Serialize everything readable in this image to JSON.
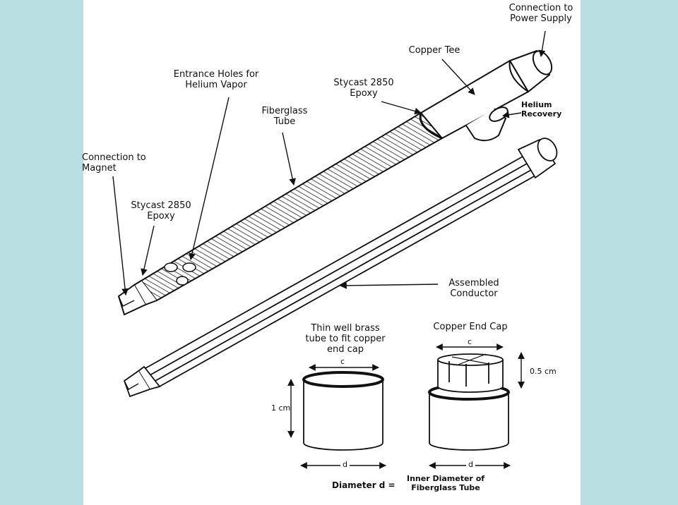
{
  "labels": {
    "connection_power": [
      "Connection to",
      "Power Supply"
    ],
    "copper_tee": "Copper Tee",
    "entrance_holes": [
      "Entrance Holes for",
      "Helium Vapor"
    ],
    "stycast_top": [
      "Stycast 2850",
      "Epoxy"
    ],
    "helium_recovery": [
      "Helium",
      "Recovery"
    ],
    "fiberglass_tube": [
      "Fiberglass",
      "Tube"
    ],
    "connection_magnet": [
      "Connection to",
      "Magnet"
    ],
    "stycast_bottom": [
      "Stycast 2850",
      "Epoxy"
    ],
    "assembled_conductor": [
      "Assembled",
      "Conductor"
    ],
    "brass_tube": [
      "Thin well brass",
      "tube to fit copper",
      "end cap"
    ],
    "copper_end_cap": "Copper End Cap",
    "dim_c_left": "c",
    "dim_c_right": "c",
    "dim_1cm": "1 cm",
    "dim_05cm": "0.5 cm",
    "dim_d_left": "d",
    "dim_d_right": "d",
    "formula_left": "Diameter  d  =",
    "formula_right": [
      "Inner Diameter of",
      "Fiberglass Tube"
    ]
  },
  "colors": {
    "background": "#b9dfe3",
    "panel": "#ffffff",
    "ink": "#111111"
  }
}
